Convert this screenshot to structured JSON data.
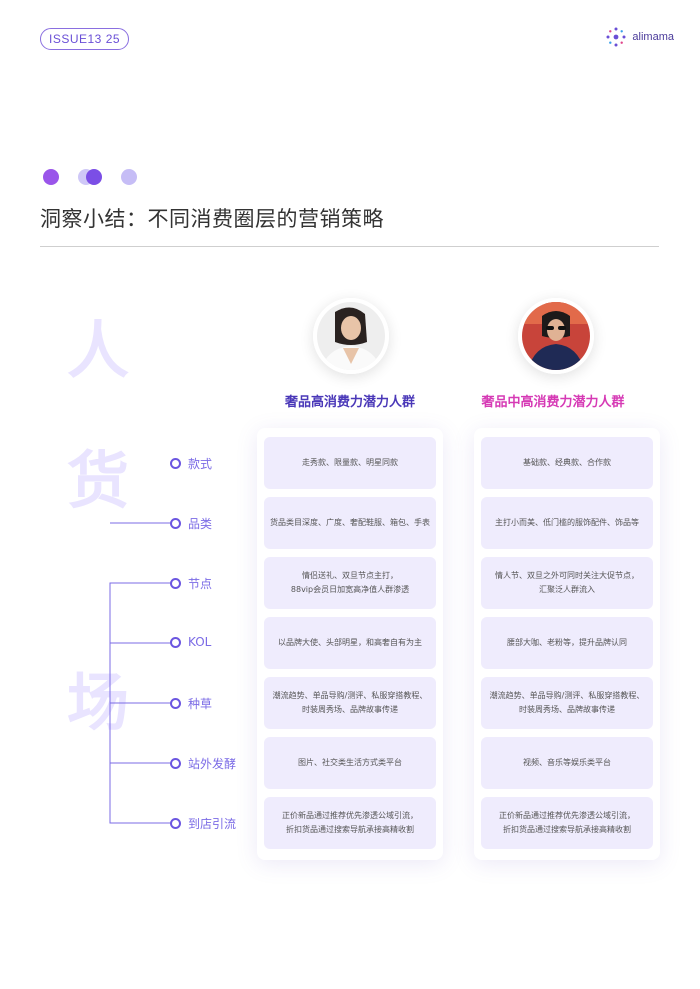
{
  "header": {
    "issue": "ISSUE13  25",
    "brand": "alimama"
  },
  "dot_colors": [
    "#9a55ea",
    "#cfc8f7",
    "#7b4ee6",
    "#c6bdf6"
  ],
  "title": "洞察小结：不同消费圈层的营销策略",
  "side_chars": [
    "人",
    "货",
    "场"
  ],
  "segments": [
    {
      "name": "奢品高消费力潜力人群",
      "color": "#4a38b8"
    },
    {
      "name": "奢品中高消费力潜力人群",
      "color": "#d63ab5"
    }
  ],
  "rows": [
    {
      "label": "款式",
      "cells": [
        "走秀款、限量款、明星同款",
        "基础款、经典款、合作款"
      ]
    },
    {
      "label": "品类",
      "cells": [
        "货品类目深度、广度、奢配鞋服、箱包、手表",
        "主打小而美、低门槛的服饰配件、饰品等"
      ]
    },
    {
      "label": "节点",
      "cells": [
        "情侣送礼、双旦节点主打，\n88vip会员日加宽高净值人群渗透",
        "情人节、双旦之外可同时关注大促节点，\n汇聚泛人群流入"
      ]
    },
    {
      "label": "KOL",
      "cells": [
        "以品牌大使、头部明星，和高奢自有为主",
        "腰部大咖、老粉等，提升品牌认同"
      ]
    },
    {
      "label": "种草",
      "cells": [
        "潮流趋势、单品导购/测评、私服穿搭教程、\n时装周秀场、品牌故事传递",
        "潮流趋势、单品导购/测评、私服穿搭教程、\n时装周秀场、品牌故事传递"
      ]
    },
    {
      "label": "站外发酵",
      "cells": [
        "图片、社交类生活方式类平台",
        "视频、音乐等娱乐类平台"
      ]
    },
    {
      "label": "到店引流",
      "cells": [
        "正价新品通过推荐优先渗透公域引流，\n折扣货品通过搜索导航承接高精收割",
        "正价新品通过推荐优先渗透公域引流，\n折扣货品通过搜索导航承接高精收割"
      ]
    }
  ]
}
